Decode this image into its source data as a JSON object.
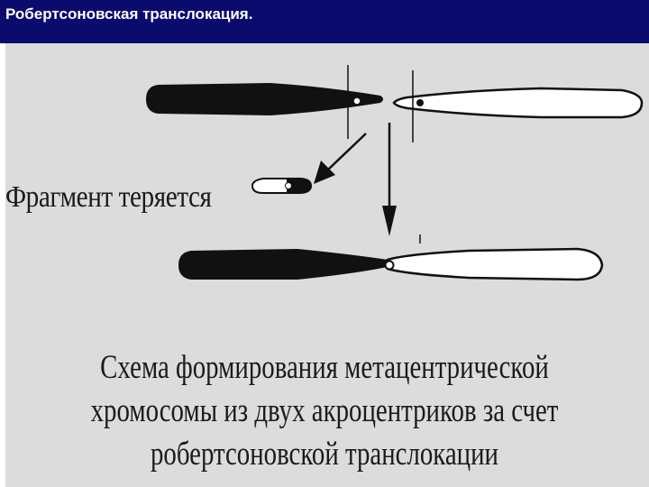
{
  "header": {
    "title": "Робертсоновская транслокация."
  },
  "diagram": {
    "fragment_label": "Фрагмент теряется",
    "caption_lines": [
      "Схема формирования метацентрической",
      "хромосомы из двух акроцентриков за счет",
      "робертсоновской транслокации"
    ]
  },
  "colors": {
    "header_bg": "#0b0b6e",
    "header_text": "#ffffff",
    "scan_bg": "#dcdcdc",
    "ink": "#111111"
  }
}
